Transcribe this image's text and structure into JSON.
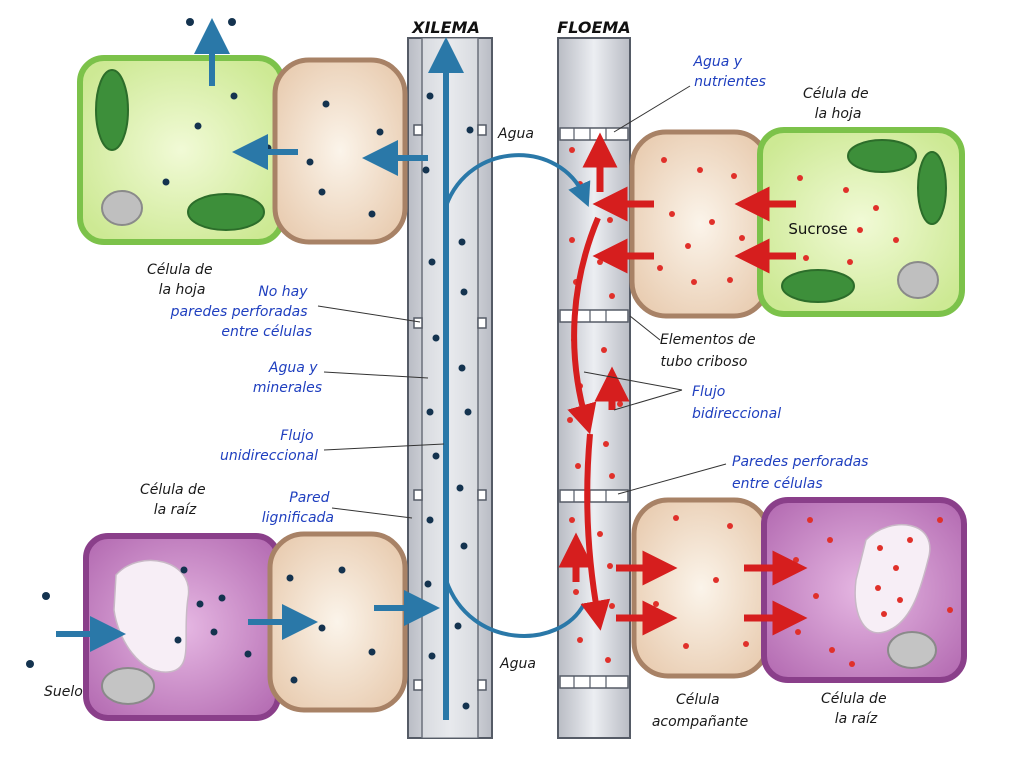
{
  "titles": {
    "xylem": "XILEMA",
    "phloem": "FLOEMA"
  },
  "labels": {
    "leaf_cell_left": [
      "Célula de",
      "la hoja"
    ],
    "leaf_cell_right": [
      "Célula de",
      "la hoja"
    ],
    "root_cell_left": [
      "Célula de",
      "la raíz"
    ],
    "root_cell_right": [
      "Célula de",
      "la raíz"
    ],
    "soil": "Suelo",
    "water_top": "Agua",
    "water_bottom": "Agua",
    "no_walls": [
      "No hay",
      "paredes perforadas",
      "entre células"
    ],
    "water_minerals": [
      "Agua y",
      "minerales"
    ],
    "unidirectional": [
      "Flujo",
      "unidireccional"
    ],
    "lignified": [
      "Pared",
      "lignificada"
    ],
    "water_nutrients": [
      "Agua y",
      "nutrientes"
    ],
    "sieve_elements": [
      "Elementos de",
      "tubo criboso"
    ],
    "bidirectional": [
      "Flujo",
      "bidireccional"
    ],
    "perforated_walls": [
      "Paredes perforadas",
      "entre células"
    ],
    "companion_cell": [
      "Célula",
      "acompañante"
    ],
    "sucrose": "Sucrose"
  },
  "colors": {
    "leaf_fill": "#dff3b0",
    "leaf_stroke": "#7cc24a",
    "tan_fill": "#f0dcc8",
    "tan_stroke": "#a88266",
    "root_fill": "#cc8ec8",
    "root_stroke": "#8a3f8a",
    "tube_fill": "#d6d8de",
    "tube_stroke": "#555b66",
    "blue_arrow": "#2a78a8",
    "red_arrow": "#d61e1e",
    "water_dot": "#14334f",
    "sugar_dot": "#e0302a",
    "chloroplast": "#3d8f3a"
  }
}
